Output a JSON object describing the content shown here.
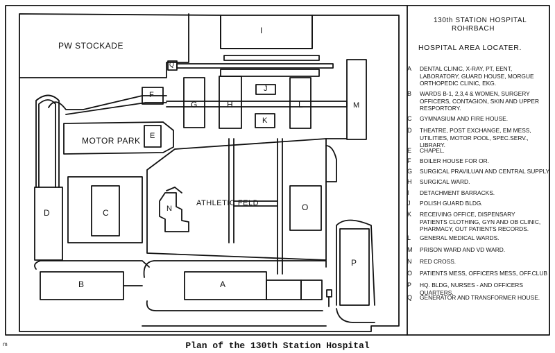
{
  "map": {
    "labels": {
      "pw_stockade": "PW  STOCKADE",
      "motor_park": "MOTOR PARK",
      "athletic_field": "ATHLETIC FELD",
      "bldg_A": "A",
      "bldg_B": "B",
      "bldg_C": "C",
      "bldg_D": "D",
      "bldg_E": "E",
      "bldg_F": "F",
      "bldg_G": "G",
      "bldg_H": "H",
      "bldg_I": "I",
      "bldg_J": "J",
      "bldg_K": "K",
      "bldg_L": "L",
      "bldg_M": "M",
      "bldg_N": "N",
      "bldg_O": "O",
      "bldg_P": "P",
      "bldg_Q": "Q"
    }
  },
  "legend": {
    "header_line1": "130th STATION HOSPITAL",
    "header_line2": "ROHRBACH",
    "title": "HOSPITAL AREA LOCATER.",
    "items": [
      {
        "key": "A",
        "text": "DENTAL CLINIC, X-RAY, PT, EENT,\nLABORATORY, GUARD HOUSE, MORGUE\nORTHOPEDIC CLINIC, EKG."
      },
      {
        "key": "B",
        "text": "WARDS B-1, 2,3,4 & WOMEN, SURGERY\nOFFICERS, CONTAGION, SKIN AND UPPER\nRESPORTORY."
      },
      {
        "key": "C",
        "text": "GYMNASIUM AND FIRE HOUSE."
      },
      {
        "key": "D",
        "text": "THEATRE, POST EXCHANGE, EM MESS,\nUTILITIES, MOTOR POOL, SPEC.SERV., LIBRARY."
      },
      {
        "key": "E",
        "text": "CHAPEL."
      },
      {
        "key": "F",
        "text": "BOILER HOUSE FOR OR."
      },
      {
        "key": "G",
        "text": "SURGICAL PRAVILUAN AND CENTRAL SUPPLY."
      },
      {
        "key": "H",
        "text": "SURGICAL WARD."
      },
      {
        "key": "I",
        "text": "DETACHMENT BARRACKS."
      },
      {
        "key": "J",
        "text": "POLISH GUARD BLDG."
      },
      {
        "key": "K",
        "text": "RECEIVING OFFICE, DISPENSARY\nPATIENTS CLOTHING, GYN AND OB CLINIC,\nPHARMACY, OUT PATIENTS RECORDS."
      },
      {
        "key": "L",
        "text": "GENERAL MEDICAL WARDS."
      },
      {
        "key": "M",
        "text": "PRISON WARD AND VD WARD."
      },
      {
        "key": "N",
        "text": "RED CROSS."
      },
      {
        "key": "O",
        "text": "PATIENTS MESS, OFFICERS MESS, OFF.CLUB"
      },
      {
        "key": "P",
        "text": "HQ. BLDG, NURSES - AND OFFICERS QUARTERS."
      },
      {
        "key": "Q",
        "text": "GENERATOR AND TRANSFORMER HOUSE."
      }
    ]
  },
  "caption": "Plan of the 130th Station Hospital",
  "corner_mark": "m"
}
